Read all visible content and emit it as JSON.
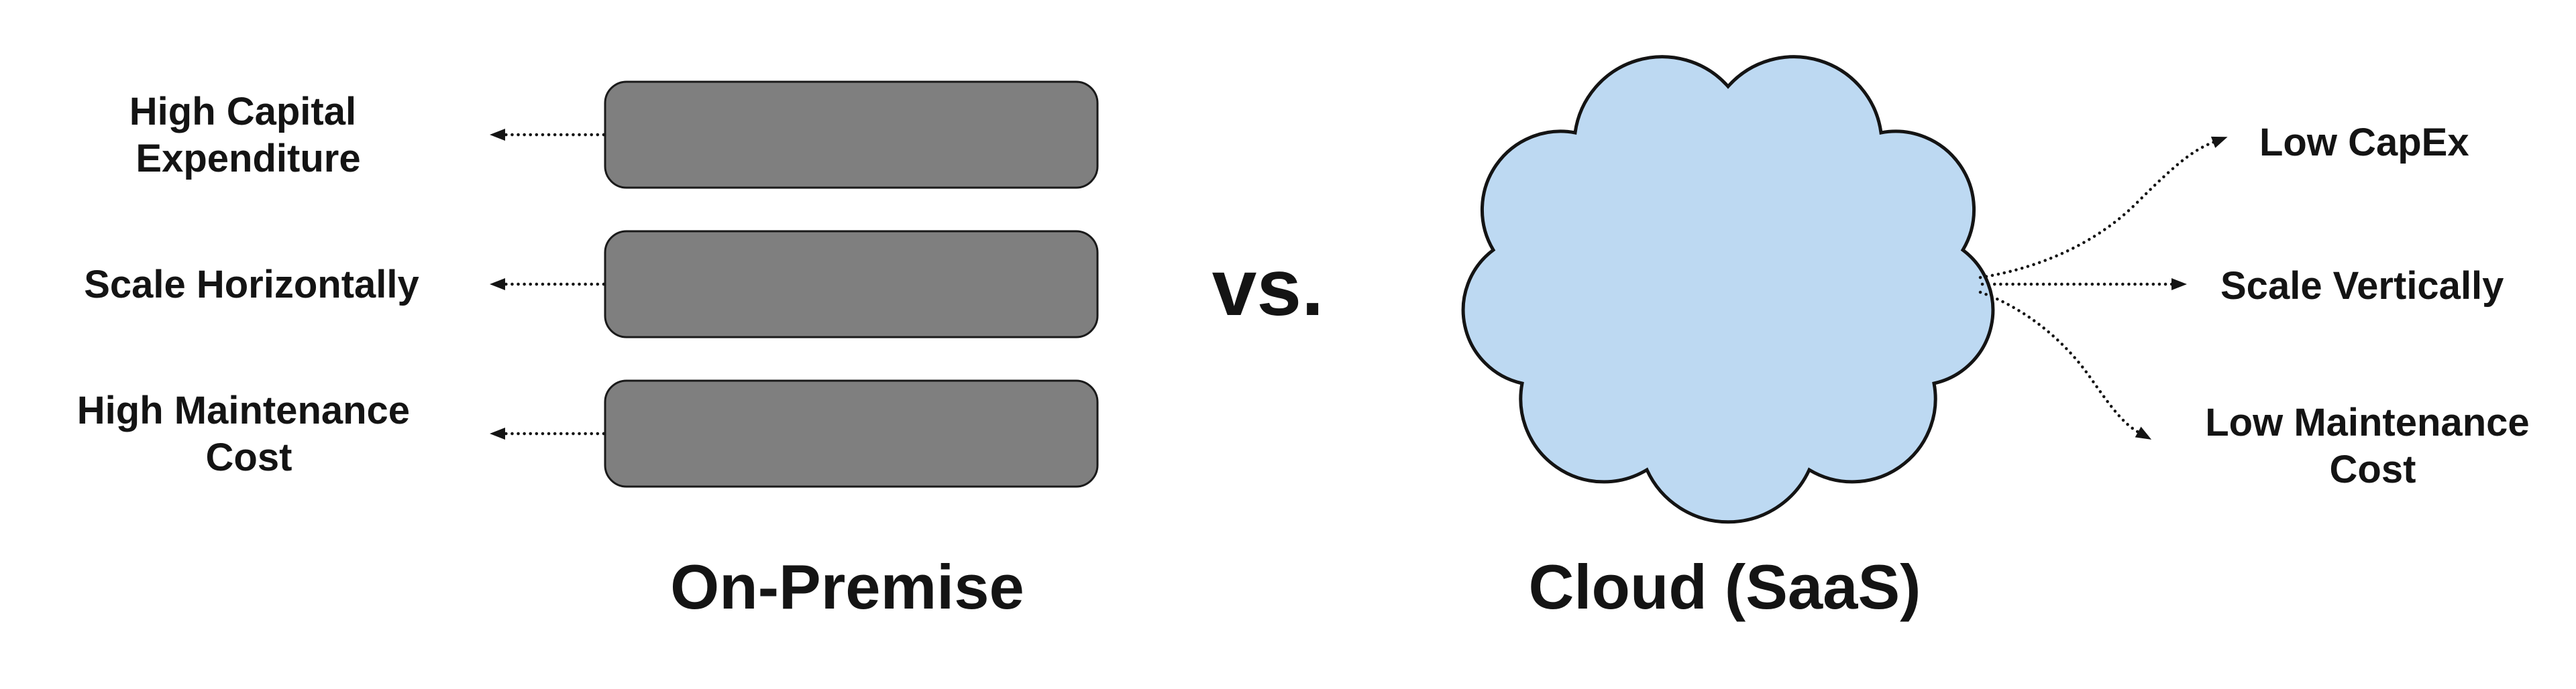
{
  "left_panel": {
    "title": "On-Premise",
    "shape": "stacked-server-boxes",
    "labels": [
      {
        "lines": [
          "High Capital",
          "Expenditure"
        ]
      },
      {
        "lines": [
          "Scale Horizontally"
        ]
      },
      {
        "lines": [
          "High Maintenance",
          "Cost"
        ]
      }
    ]
  },
  "versus_label": "vs.",
  "right_panel": {
    "title": "Cloud (SaaS)",
    "shape": "cloud",
    "labels": [
      {
        "lines": [
          "Low CapEx"
        ]
      },
      {
        "lines": [
          "Scale Vertically"
        ]
      },
      {
        "lines": [
          "Low Maintenance",
          "Cost"
        ]
      }
    ]
  },
  "colors": {
    "background": "#ffffff",
    "box_fill": "#7f7f7f",
    "box_stroke": "#1a1a1a",
    "cloud_fill": "#bdd9f2",
    "cloud_stroke": "#141414",
    "arrow": "#141414",
    "text": "#141414"
  }
}
